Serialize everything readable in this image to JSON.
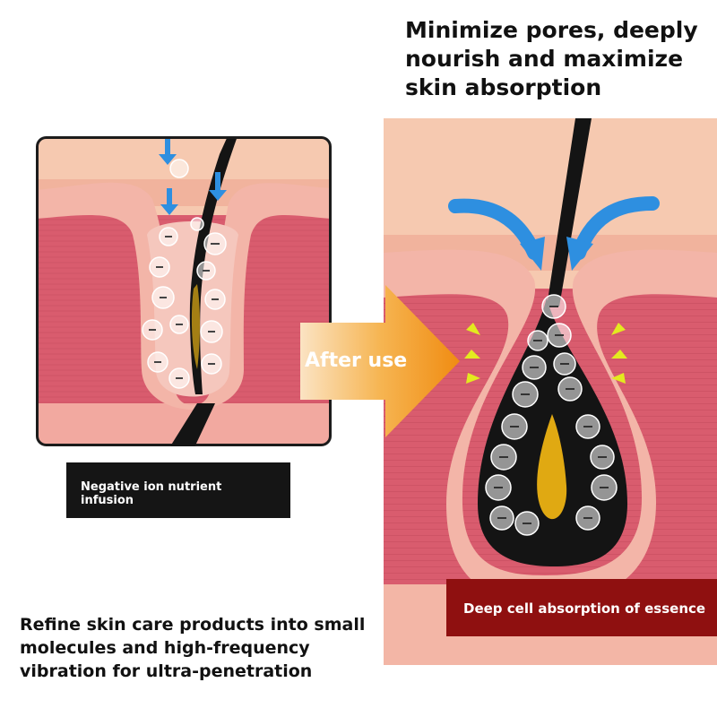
{
  "headline": "Minimize pores, deeply nourish and maximize skin absorption",
  "arrow_label": "After use",
  "left_callout": "Negative ion nutrient infusion",
  "right_callout": "Deep cell absorption of essence",
  "footer_text": "Refine skin care products into small molecules and high-frequency vibration for ultra-penetration",
  "colors": {
    "epidermis": "#f7cdb4",
    "dermis": "#d95c6e",
    "follicle_wall": "#f3b5a8",
    "hair": "#141414",
    "arrow_orange": "#f39d22",
    "blue_arrow": "#2e8fe0",
    "yellow_arrow": "#e3ea1f",
    "essence": "#e0a912",
    "callout_dark": "#151515",
    "callout_red": "#8f1010"
  },
  "icons": [
    "blue-down-arrow-icon",
    "blue-curved-arrow-icon",
    "yellow-arrow-icon",
    "negative-ion-bubble-icon"
  ]
}
